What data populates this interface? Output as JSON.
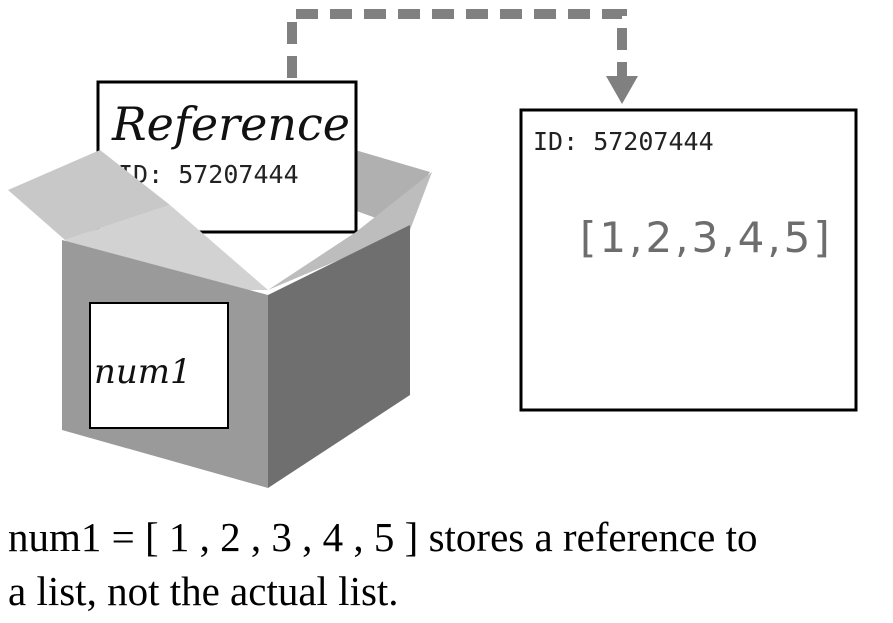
{
  "box": {
    "card": {
      "title": "Reference",
      "id_text": "ID: 57207444"
    },
    "label": "num1"
  },
  "memory": {
    "id_text": "ID: 57207444",
    "value_text": "[1,2,3,4,5]"
  },
  "caption": {
    "line1": "num1 = [ 1 , 2 , 3 , 4 , 5 ] stores a reference to",
    "line2": "a list, not the actual list."
  },
  "colors": {
    "arrow": "#808080",
    "box_front": "#9a9a9a",
    "box_side": "#6f6f6f",
    "flap": "#c4c4c4",
    "outline": "#000000"
  }
}
